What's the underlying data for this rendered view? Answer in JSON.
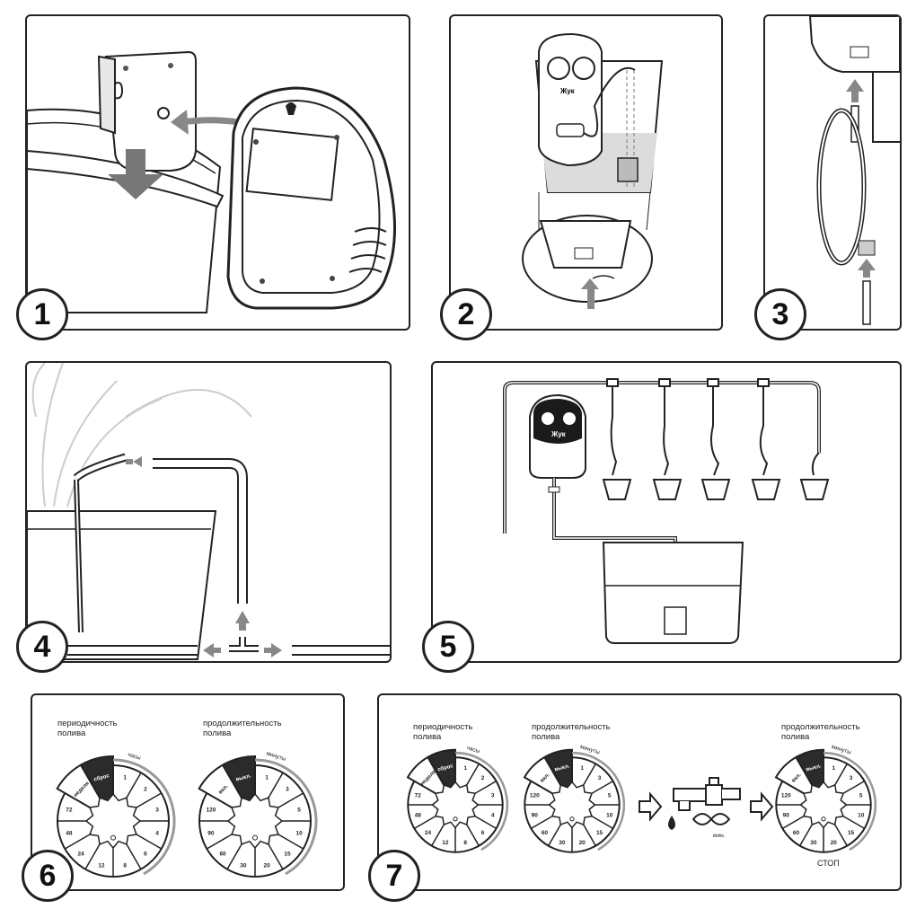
{
  "steps": [
    {
      "number": "1"
    },
    {
      "number": "2",
      "brand": "Жук"
    },
    {
      "number": "3"
    },
    {
      "number": "4"
    },
    {
      "number": "5",
      "brand": "Жук"
    },
    {
      "number": "6",
      "dial_period": {
        "label": "периодичность\nполива",
        "seg_dark": "сброс",
        "seg_white": "неделя",
        "unit": "часы",
        "ticks": [
          "1",
          "2",
          "3",
          "4",
          "6",
          "8",
          "12",
          "24",
          "48",
          "72"
        ]
      },
      "dial_duration": {
        "label": "продолжительность\nполива",
        "seg_dark": "выкл.",
        "seg_white": "вкл.",
        "unit": "минуты",
        "ticks": [
          "1",
          "3",
          "5",
          "10",
          "15",
          "20",
          "30",
          "60",
          "90",
          "120"
        ]
      }
    },
    {
      "number": "7",
      "dial_period": {
        "label": "периодичность\nполива",
        "seg_dark": "сброс",
        "seg_white": "неделя",
        "unit": "часы",
        "ticks": [
          "1",
          "2",
          "3",
          "4",
          "6",
          "8",
          "12",
          "24",
          "48",
          "72"
        ]
      },
      "dial_duration": {
        "label": "продолжительность\nполива",
        "seg_dark": "выкл.",
        "seg_white": "вкл.",
        "unit": "минуты",
        "ticks": [
          "1",
          "3",
          "5",
          "10",
          "15",
          "20",
          "30",
          "60",
          "90",
          "120"
        ]
      },
      "flow_unit": "мин.",
      "dial_final": {
        "label": "продолжительность\nполива",
        "seg_dark": "выкл.",
        "seg_white": "вкл.",
        "unit": "минуты",
        "ticks": [
          "1",
          "3",
          "5",
          "10",
          "15",
          "20",
          "30",
          "60",
          "90",
          "120"
        ],
        "caption": "СТОП"
      }
    }
  ]
}
